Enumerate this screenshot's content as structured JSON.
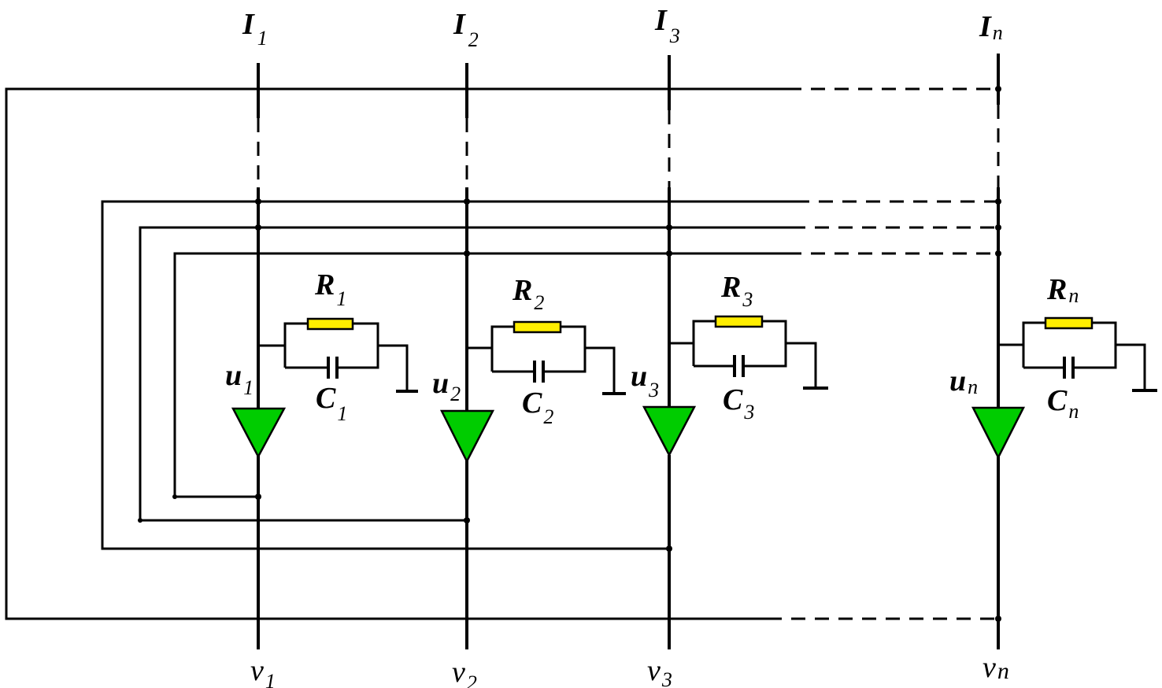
{
  "colors": {
    "amplifier": "#00cc00",
    "resistor": "#ffee00",
    "wire": "#000000"
  },
  "neurons": [
    {
      "input": {
        "main": "I",
        "sub": "1"
      },
      "resistor": {
        "main": "R",
        "sub": "1"
      },
      "capacitor": {
        "main": "C",
        "sub": "1"
      },
      "state": {
        "main": "u",
        "sub": "1"
      },
      "output": {
        "main": "v",
        "sub": "1"
      }
    },
    {
      "input": {
        "main": "I",
        "sub": "2"
      },
      "resistor": {
        "main": "R",
        "sub": "2"
      },
      "capacitor": {
        "main": "C",
        "sub": "2"
      },
      "state": {
        "main": "u",
        "sub": "2"
      },
      "output": {
        "main": "v",
        "sub": "2"
      }
    },
    {
      "input": {
        "main": "I",
        "sub": "3"
      },
      "resistor": {
        "main": "R",
        "sub": "3"
      },
      "capacitor": {
        "main": "C",
        "sub": "3"
      },
      "state": {
        "main": "u",
        "sub": "3"
      },
      "output": {
        "main": "v",
        "sub": "3"
      }
    },
    {
      "input": {
        "main": "I",
        "sub": "n"
      },
      "resistor": {
        "main": "R",
        "sub": "n"
      },
      "capacitor": {
        "main": "C",
        "sub": "n"
      },
      "state": {
        "main": "u",
        "sub": "n"
      },
      "output": {
        "main": "v",
        "sub": "n"
      }
    }
  ]
}
